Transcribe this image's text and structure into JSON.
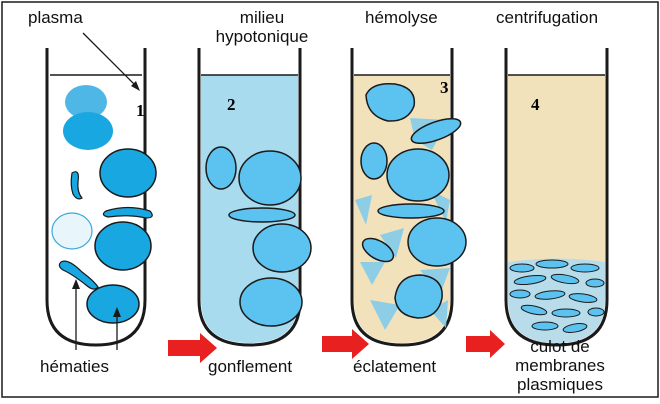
{
  "labels": {
    "plasma": "plasma",
    "milieu": "milieu",
    "hypotonique": "hypotonique",
    "hemolyse": "hémolyse",
    "centrifugation": "centrifugation",
    "hematies": "hématies",
    "gonflement": "gonflement",
    "eclatement": "éclatement",
    "culot_line1": "culot de",
    "culot_line2": "membranes",
    "culot_line3": "plasmiques"
  },
  "tube_numbers": [
    "1",
    "2",
    "3",
    "4"
  ],
  "colors": {
    "plasma_fill": "#ffffff",
    "hypotonic_fill": "#a8dbee",
    "hemolysed_fill": "#f2e2bb",
    "cell_fill": "#19a7e2",
    "swollen_cell_fill": "#5cc2ef",
    "arrow_red": "#e8201f",
    "outline": "#1a1a1a"
  }
}
